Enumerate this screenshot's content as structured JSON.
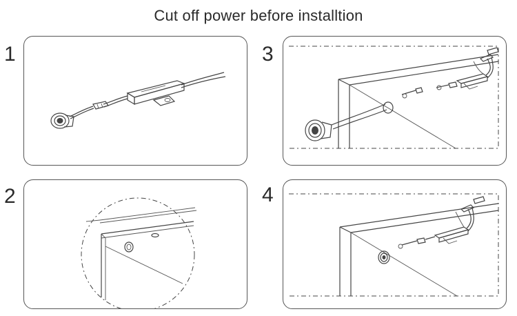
{
  "header": {
    "title": "Cut off power before installtion"
  },
  "steps": [
    {
      "number": "1",
      "illustration": "sensor-switch-with-cable-and-driver-box"
    },
    {
      "number": "2",
      "illustration": "drilling-hole-in-cabinet-corner-magnified"
    },
    {
      "number": "3",
      "illustration": "threading-sensor-cable-through-hole"
    },
    {
      "number": "4",
      "illustration": "sensor-mounted-in-cabinet-hole"
    }
  ],
  "colors": {
    "line": "#444444",
    "border": "#555555",
    "background": "#ffffff"
  }
}
